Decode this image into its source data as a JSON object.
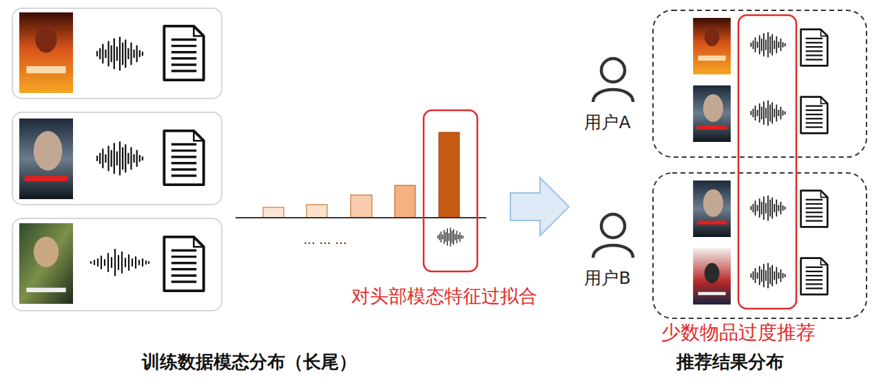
{
  "diagram": {
    "labels": [
      "... ... ...",
      "对头部模态特征过拟合",
      "用户A",
      "用户B",
      "少数物品过度推荐",
      "训练数据模态分布（长尾）",
      "推荐结果分布"
    ]
  }
}
